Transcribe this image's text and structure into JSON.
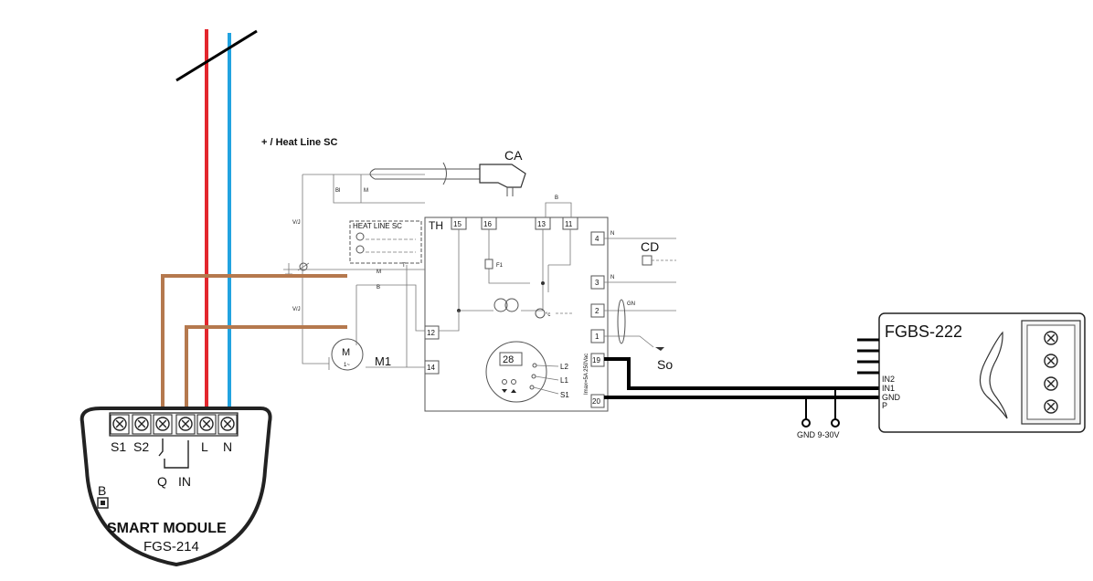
{
  "colors": {
    "live_wire": "#e3262d",
    "neutral_wire": "#22a3e0",
    "switch_wire": "#b5794e",
    "signal_wire": "#000000"
  },
  "header_text": "+ / Heat Line SC",
  "boiler": {
    "label_ca": "CA",
    "label_cd": "CD",
    "label_th": "TH",
    "label_so": "So",
    "label_m1": "M1",
    "motor_m": "M",
    "motor_tilde": "1~",
    "fuse": "F1",
    "heat_line_box": "HEAT LINE SC",
    "display_value": "28",
    "temp_symbol": "°c",
    "right_terminals": [
      "4",
      "3",
      "2",
      "1",
      "19",
      "20"
    ],
    "top_terminals": [
      "15",
      "16",
      "13",
      "11"
    ],
    "left_terminals": [
      "12",
      "14"
    ],
    "control_labels": [
      "L2",
      "L1",
      "S1"
    ],
    "imax": "Imax=5A 250Vac",
    "wire_letters": {
      "bl": "Bl",
      "m": "M",
      "b": "B",
      "vij": "V/J",
      "n": "N",
      "gn": "GN",
      "t": "T"
    }
  },
  "smart_module": {
    "terminal_labels": [
      "S1",
      "S2",
      "L",
      "N"
    ],
    "lower_labels": [
      "Q",
      "IN"
    ],
    "button_label": "B",
    "title": "SMART MODULE",
    "model": "FGS-214"
  },
  "sensor": {
    "model": "FGBS-222",
    "pins": [
      "IN2",
      "IN1",
      "GND",
      "P"
    ],
    "power_label": "GND 9-30V"
  }
}
